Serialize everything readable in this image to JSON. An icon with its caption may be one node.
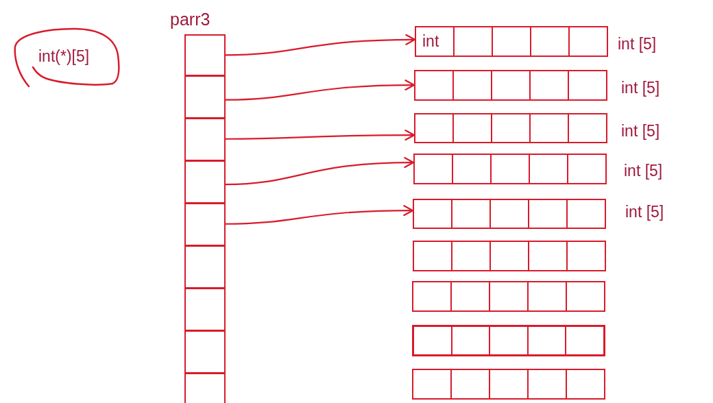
{
  "diagram": {
    "nodes": [
      {
        "text": [
          "int(*)[5]"
        ]
      },
      {
        "text": [
          "parr3"
        ]
      },
      {
        "text": [],
        "shape": "box",
        "in": 1
      },
      {
        "text": [],
        "shape": "box",
        "in": 1
      },
      {
        "text": [],
        "shape": "box",
        "in": 1
      },
      {
        "text": [],
        "shape": "box",
        "in": 1
      },
      {
        "text": [],
        "shape": "box",
        "in": 1
      },
      {
        "text": [],
        "shape": "box",
        "in": 1
      },
      {
        "text": [],
        "shape": "box",
        "in": 1
      },
      {
        "text": [],
        "shape": "box",
        "in": 1
      },
      {
        "text": [],
        "shape": "box",
        "in": 1
      },
      {
        "text": [],
        "shape": "box",
        "beside": [
          "int [5]"
        ]
      },
      {
        "text": [
          "int"
        ],
        "in": 11
      },
      {
        "text": [],
        "shape": "box",
        "in": 11
      },
      {
        "text": [],
        "shape": "box",
        "in": 11
      },
      {
        "text": [],
        "shape": "box",
        "in": 11
      },
      {
        "text": [],
        "shape": "box",
        "in": 11
      },
      {
        "text": [],
        "shape": "box",
        "beside": [
          "int [5]"
        ]
      },
      {
        "text": [],
        "shape": "box",
        "in": 17
      },
      {
        "text": [],
        "shape": "box",
        "in": 17
      },
      {
        "text": [],
        "shape": "box",
        "in": 17
      },
      {
        "text": [],
        "shape": "box",
        "in": 17
      },
      {
        "text": [],
        "shape": "box",
        "in": 17
      },
      {
        "text": [],
        "shape": "box",
        "beside": [
          "int [5]"
        ]
      },
      {
        "text": [],
        "shape": "box",
        "in": 23
      },
      {
        "text": [],
        "shape": "box",
        "in": 23
      },
      {
        "text": [],
        "shape": "box",
        "in": 23
      },
      {
        "text": [],
        "shape": "box",
        "in": 23
      },
      {
        "text": [],
        "shape": "box",
        "in": 23
      },
      {
        "text": [],
        "shape": "box",
        "beside": [
          "int [5]"
        ]
      },
      {
        "text": [],
        "shape": "box",
        "in": 29
      },
      {
        "text": [],
        "shape": "box",
        "in": 29
      },
      {
        "text": [],
        "shape": "box",
        "in": 29
      },
      {
        "text": [],
        "shape": "box",
        "in": 29
      },
      {
        "text": [],
        "shape": "box",
        "in": 29
      },
      {
        "text": [],
        "shape": "box",
        "beside": [
          "int [5]"
        ]
      },
      {
        "text": [],
        "shape": "box",
        "in": 35
      },
      {
        "text": [],
        "shape": "box",
        "in": 35
      },
      {
        "text": [],
        "shape": "box",
        "in": 35
      },
      {
        "text": [],
        "shape": "box",
        "in": 35
      },
      {
        "text": [],
        "shape": "box",
        "in": 35
      },
      {
        "text": [],
        "shape": "box"
      },
      {
        "text": [],
        "shape": "box",
        "in": 41
      },
      {
        "text": [],
        "shape": "box",
        "in": 41
      },
      {
        "text": [],
        "shape": "box",
        "in": 41
      },
      {
        "text": [],
        "shape": "box",
        "in": 41
      },
      {
        "text": [],
        "shape": "box",
        "in": 41
      },
      {
        "text": [],
        "shape": "box"
      },
      {
        "text": [],
        "shape": "box",
        "in": 47
      },
      {
        "text": [],
        "shape": "box",
        "in": 47
      },
      {
        "text": [],
        "shape": "box",
        "in": 47
      },
      {
        "text": [],
        "shape": "box",
        "in": 47
      },
      {
        "text": [],
        "shape": "box",
        "in": 47
      },
      {
        "text": [],
        "shape": "box"
      },
      {
        "text": [],
        "shape": "box",
        "in": 53
      },
      {
        "text": [],
        "shape": "box",
        "in": 53
      },
      {
        "text": [],
        "shape": "box",
        "in": 53
      },
      {
        "text": [],
        "shape": "box",
        "in": 53
      },
      {
        "text": [],
        "shape": "box",
        "in": 53
      },
      {
        "text": [],
        "shape": "box"
      },
      {
        "text": [],
        "shape": "box",
        "in": 59
      },
      {
        "text": [],
        "shape": "box",
        "in": 59
      },
      {
        "text": [],
        "shape": "box",
        "in": 59
      },
      {
        "text": [],
        "shape": "box",
        "in": 59
      },
      {
        "text": [],
        "shape": "box",
        "in": 59
      }
    ],
    "edges": [
      {
        "from": 2,
        "to": 11,
        "arrow": "to"
      },
      {
        "from": 3,
        "to": 17,
        "arrow": "to"
      },
      {
        "from": 4,
        "to": 23,
        "arrow": "to"
      },
      {
        "from": 5,
        "to": 29,
        "arrow": "to"
      },
      {
        "from": 6,
        "to": 35,
        "arrow": "to"
      }
    ]
  }
}
